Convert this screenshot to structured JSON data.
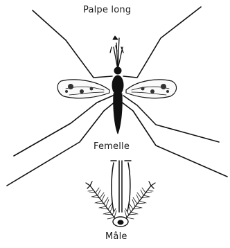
{
  "labels": {
    "top": "Palpe long",
    "middle": "Femelle",
    "bottom": "Mâle"
  },
  "colors": {
    "ink": "#111111",
    "background": "#ffffff"
  }
}
